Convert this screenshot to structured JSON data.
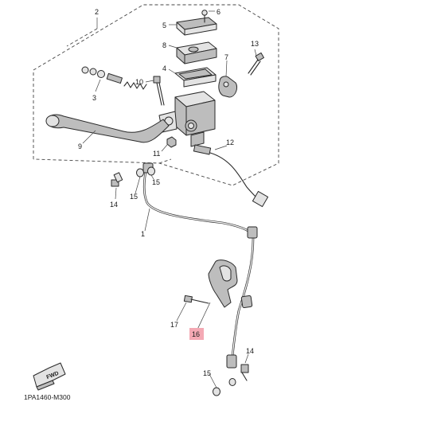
{
  "diagram": {
    "catalog_code": "1PA1460-M300",
    "fwd_badge": "FWD",
    "callouts": [
      {
        "id": "c1",
        "label": "1"
      },
      {
        "id": "c2",
        "label": "2"
      },
      {
        "id": "c3",
        "label": "3"
      },
      {
        "id": "c4",
        "label": "4"
      },
      {
        "id": "c5",
        "label": "5"
      },
      {
        "id": "c6",
        "label": "6"
      },
      {
        "id": "c7",
        "label": "7"
      },
      {
        "id": "c8",
        "label": "8"
      },
      {
        "id": "c9",
        "label": "9"
      },
      {
        "id": "c10",
        "label": "10"
      },
      {
        "id": "c11",
        "label": "11"
      },
      {
        "id": "c12",
        "label": "12"
      },
      {
        "id": "c13",
        "label": "13"
      },
      {
        "id": "c14a",
        "label": "14"
      },
      {
        "id": "c14b",
        "label": "14"
      },
      {
        "id": "c15a",
        "label": "15"
      },
      {
        "id": "c15b",
        "label": "15"
      },
      {
        "id": "c15c",
        "label": "15"
      },
      {
        "id": "c16",
        "label": "16",
        "highlighted": true
      },
      {
        "id": "c17",
        "label": "17"
      }
    ],
    "highlight_color": "#f4a9b4"
  }
}
